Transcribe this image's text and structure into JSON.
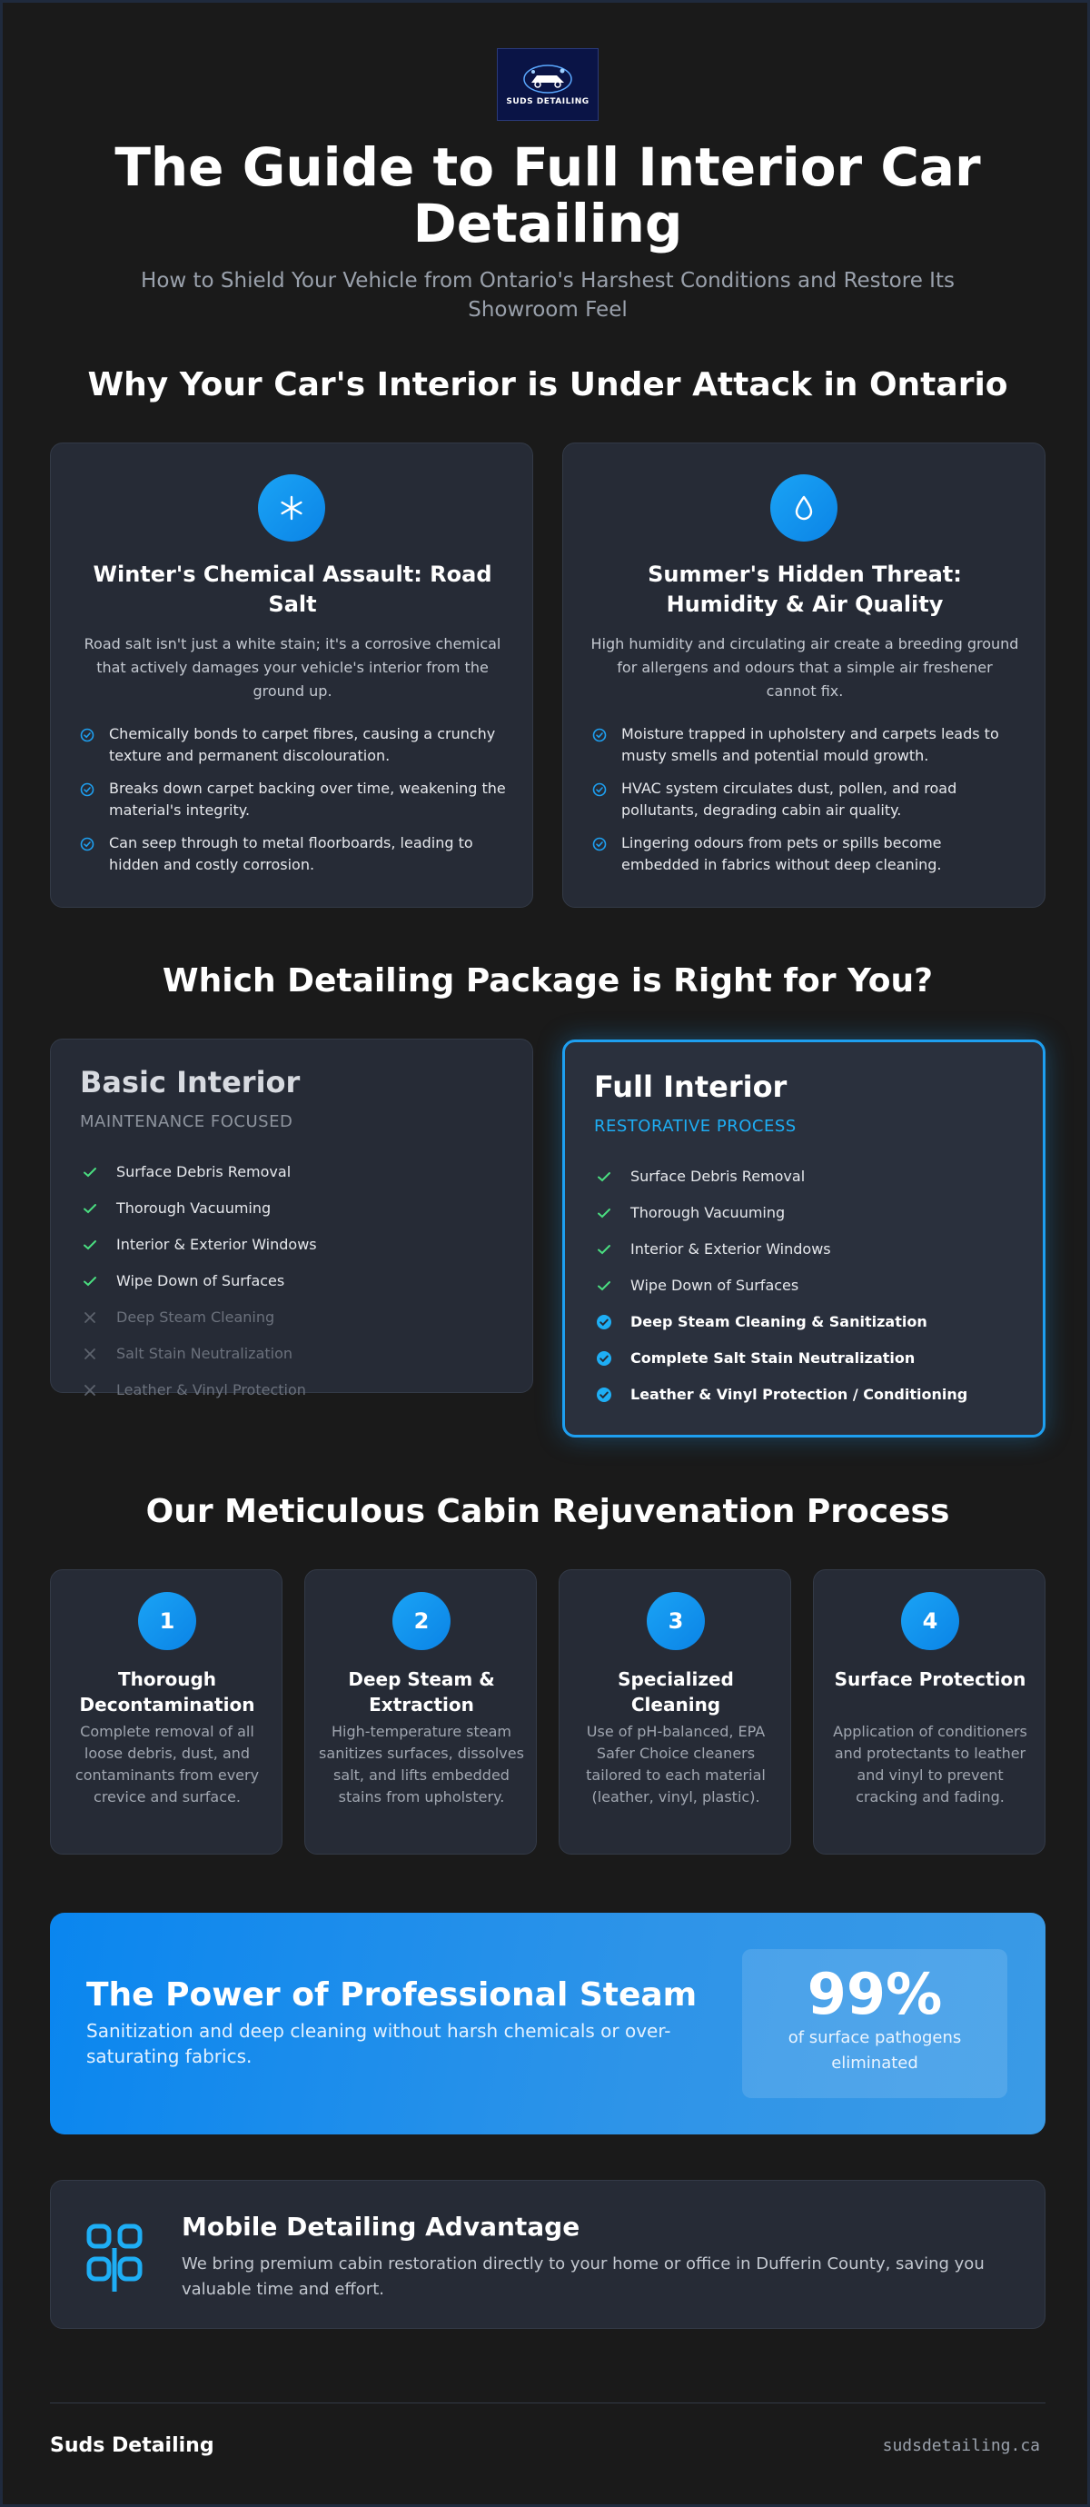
{
  "header": {
    "logo_text": "SUDS DETAILING",
    "title": "The Guide to Full Interior Car Detailing",
    "subtitle": "How to Shield Your Vehicle from Ontario's Harshest Conditions and Restore Its Showroom Feel"
  },
  "threats": {
    "section_title": "Why Your Car's Interior is Under Attack in Ontario",
    "cards": [
      {
        "icon": "snowflake-icon",
        "title": "Winter's Chemical Assault: Road Salt",
        "description": "Road salt isn't just a white stain; it's a corrosive chemical that actively damages your vehicle's interior from the ground up.",
        "points": [
          "Chemically bonds to carpet fibres, causing a crunchy texture and permanent discolouration.",
          "Breaks down carpet backing over time, weakening the material's integrity.",
          "Can seep through to metal floorboards, leading to hidden and costly corrosion."
        ]
      },
      {
        "icon": "water-drop-icon",
        "title": "Summer's Hidden Threat: Humidity & Air Quality",
        "description": "High humidity and circulating air create a breeding ground for allergens and odours that a simple air freshener cannot fix.",
        "points": [
          "Moisture trapped in upholstery and carpets leads to musty smells and potential mould growth.",
          "HVAC system circulates dust, pollen, and road pollutants, degrading cabin air quality.",
          "Lingering odours from pets or spills become embedded in fabrics without deep cleaning."
        ]
      }
    ]
  },
  "packages": {
    "section_title": "Which Detailing Package is Right for You?",
    "basic": {
      "name": "Basic Interior",
      "tag": "MAINTENANCE FOCUSED",
      "items": [
        {
          "label": "Surface Debris Removal",
          "included": true
        },
        {
          "label": "Thorough Vacuuming",
          "included": true
        },
        {
          "label": "Interior & Exterior Windows",
          "included": true
        },
        {
          "label": "Wipe Down of Surfaces",
          "included": true
        },
        {
          "label": "Deep Steam Cleaning",
          "included": false
        },
        {
          "label": "Salt Stain Neutralization",
          "included": false
        },
        {
          "label": "Leather & Vinyl Protection",
          "included": false
        }
      ]
    },
    "full": {
      "name": "Full Interior",
      "tag": "RESTORATIVE PROCESS",
      "items": [
        {
          "label": "Surface Debris Removal",
          "highlight": false
        },
        {
          "label": "Thorough Vacuuming",
          "highlight": false
        },
        {
          "label": "Interior & Exterior Windows",
          "highlight": false
        },
        {
          "label": "Wipe Down of Surfaces",
          "highlight": false
        },
        {
          "label": "Deep Steam Cleaning & Sanitization",
          "highlight": true
        },
        {
          "label": "Complete Salt Stain Neutralization",
          "highlight": true
        },
        {
          "label": "Leather & Vinyl Protection / Conditioning",
          "highlight": true
        }
      ]
    }
  },
  "process": {
    "section_title": "Our Meticulous Cabin Rejuvenation Process",
    "steps": [
      {
        "number": "1",
        "title": "Thorough Decontamination",
        "description": "Complete removal of all loose debris, dust, and contaminants from every crevice and surface."
      },
      {
        "number": "2",
        "title": "Deep Steam & Extraction",
        "description": "High-temperature steam sanitizes surfaces, dissolves salt, and lifts embedded stains from upholstery."
      },
      {
        "number": "3",
        "title": "Specialized Cleaning",
        "description": "Use of pH-balanced, EPA Safer Choice cleaners tailored to each material (leather, vinyl, plastic)."
      },
      {
        "number": "4",
        "title": "Surface Protection",
        "description": "Application of conditioners and protectants to leather and vinyl to prevent cracking and fading."
      }
    ]
  },
  "steam": {
    "title": "The Power of Professional Steam",
    "description": "Sanitization and deep cleaning without harsh chemicals or over-saturating fabrics.",
    "stat_value": "99%",
    "stat_label": "of surface pathogens eliminated"
  },
  "mobile": {
    "icon": "mobile-van-icon",
    "title": "Mobile Detailing Advantage",
    "description": "We bring premium cabin restoration directly to your home or office in Dufferin County, saving you valuable time and effort."
  },
  "footer": {
    "brand": "Suds Detailing",
    "url": "sudsdetailing.ca"
  },
  "colors": {
    "background": "#1a1a1a",
    "card": "#262b36",
    "accent": "#1e9ff0",
    "check_green": "#4ade80",
    "muted": "#6b717c"
  }
}
